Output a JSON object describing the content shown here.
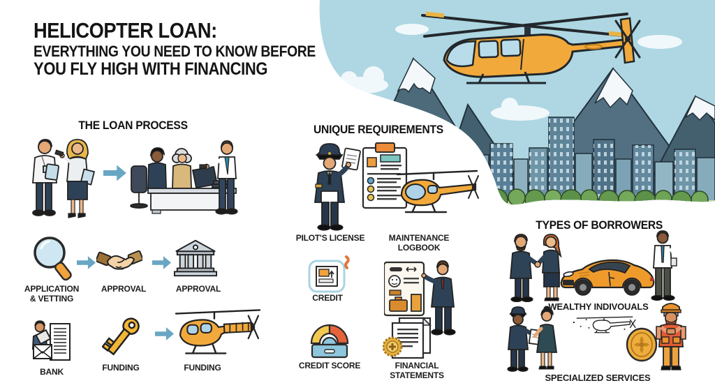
{
  "title": {
    "line1": "HELICOPTER LOAN:",
    "line2": "EVERYTHING YOU NEED TO KNOW BEFORE",
    "line3": "YOU FLY HIGH WITH FINANCING"
  },
  "sections": {
    "loan_process": {
      "heading": "THE LOAN PROCESS",
      "labels": {
        "application_vetting": "APPLICATION & VETTING",
        "approval1": "APPROVAL",
        "approval2": "APPROVAL",
        "bank": "BANK",
        "funding1": "FUNDING",
        "funding2": "FUNDING"
      }
    },
    "unique_requirements": {
      "heading": "UNIQUE REQUIREMENTS",
      "labels": {
        "pilots_license": "PILOT'S LICENSE",
        "maintenance_logbook": "MAINTENANCE LOGBOOK",
        "credit": "CREDIT",
        "credit_score": "CREDIT SCORE",
        "financial_statements": "FINANCIAL STATEMENTS"
      }
    },
    "types_of_borrowers": {
      "heading": "TYPES OF BORROWERS",
      "labels": {
        "wealthy_individuals": "WEALTHY INDIVOUALS",
        "specialized_services": "SPECIALIZED SERVICES"
      }
    }
  },
  "icons": [
    "interview-pair-illustration",
    "loan-desk-illustration",
    "magnifier-icon",
    "handshake-icon",
    "bank-building-icon",
    "arrow-right-icon",
    "bank-clerk-icon",
    "key-icon",
    "helicopter-icon",
    "pilot-illustration",
    "logbook-icon",
    "credit-card-icon",
    "credit-score-gauge-icon",
    "financial-document-illustration",
    "financial-statements-icon",
    "borrower-handshake-illustration",
    "sports-car-illustration",
    "standing-man-illustration",
    "pilot-client-illustration",
    "sketch-helicopter-icon",
    "gold-coin-icon",
    "worker-illustration",
    "hero-scene-illustration"
  ],
  "colors": {
    "background": "#ffffff",
    "text": "#141414",
    "arrow_blue": "#68a6c4",
    "sky": "#aed7e3",
    "mountain": "#4d6a7b",
    "helicopter_orange": "#f2a93b",
    "window_blue": "#aed3e8",
    "key_gold": "#f2b635",
    "gauge_yellow": "#f3c94f",
    "gauge_red": "#e4633a",
    "gauge_base_blue": "#8ec7dd",
    "car_orange": "#ee9b2c",
    "coin_gold": "#eead3c",
    "vest_orange": "#e05c35",
    "tree_green": "#6fa355",
    "suit_navy": "#2e4257"
  }
}
